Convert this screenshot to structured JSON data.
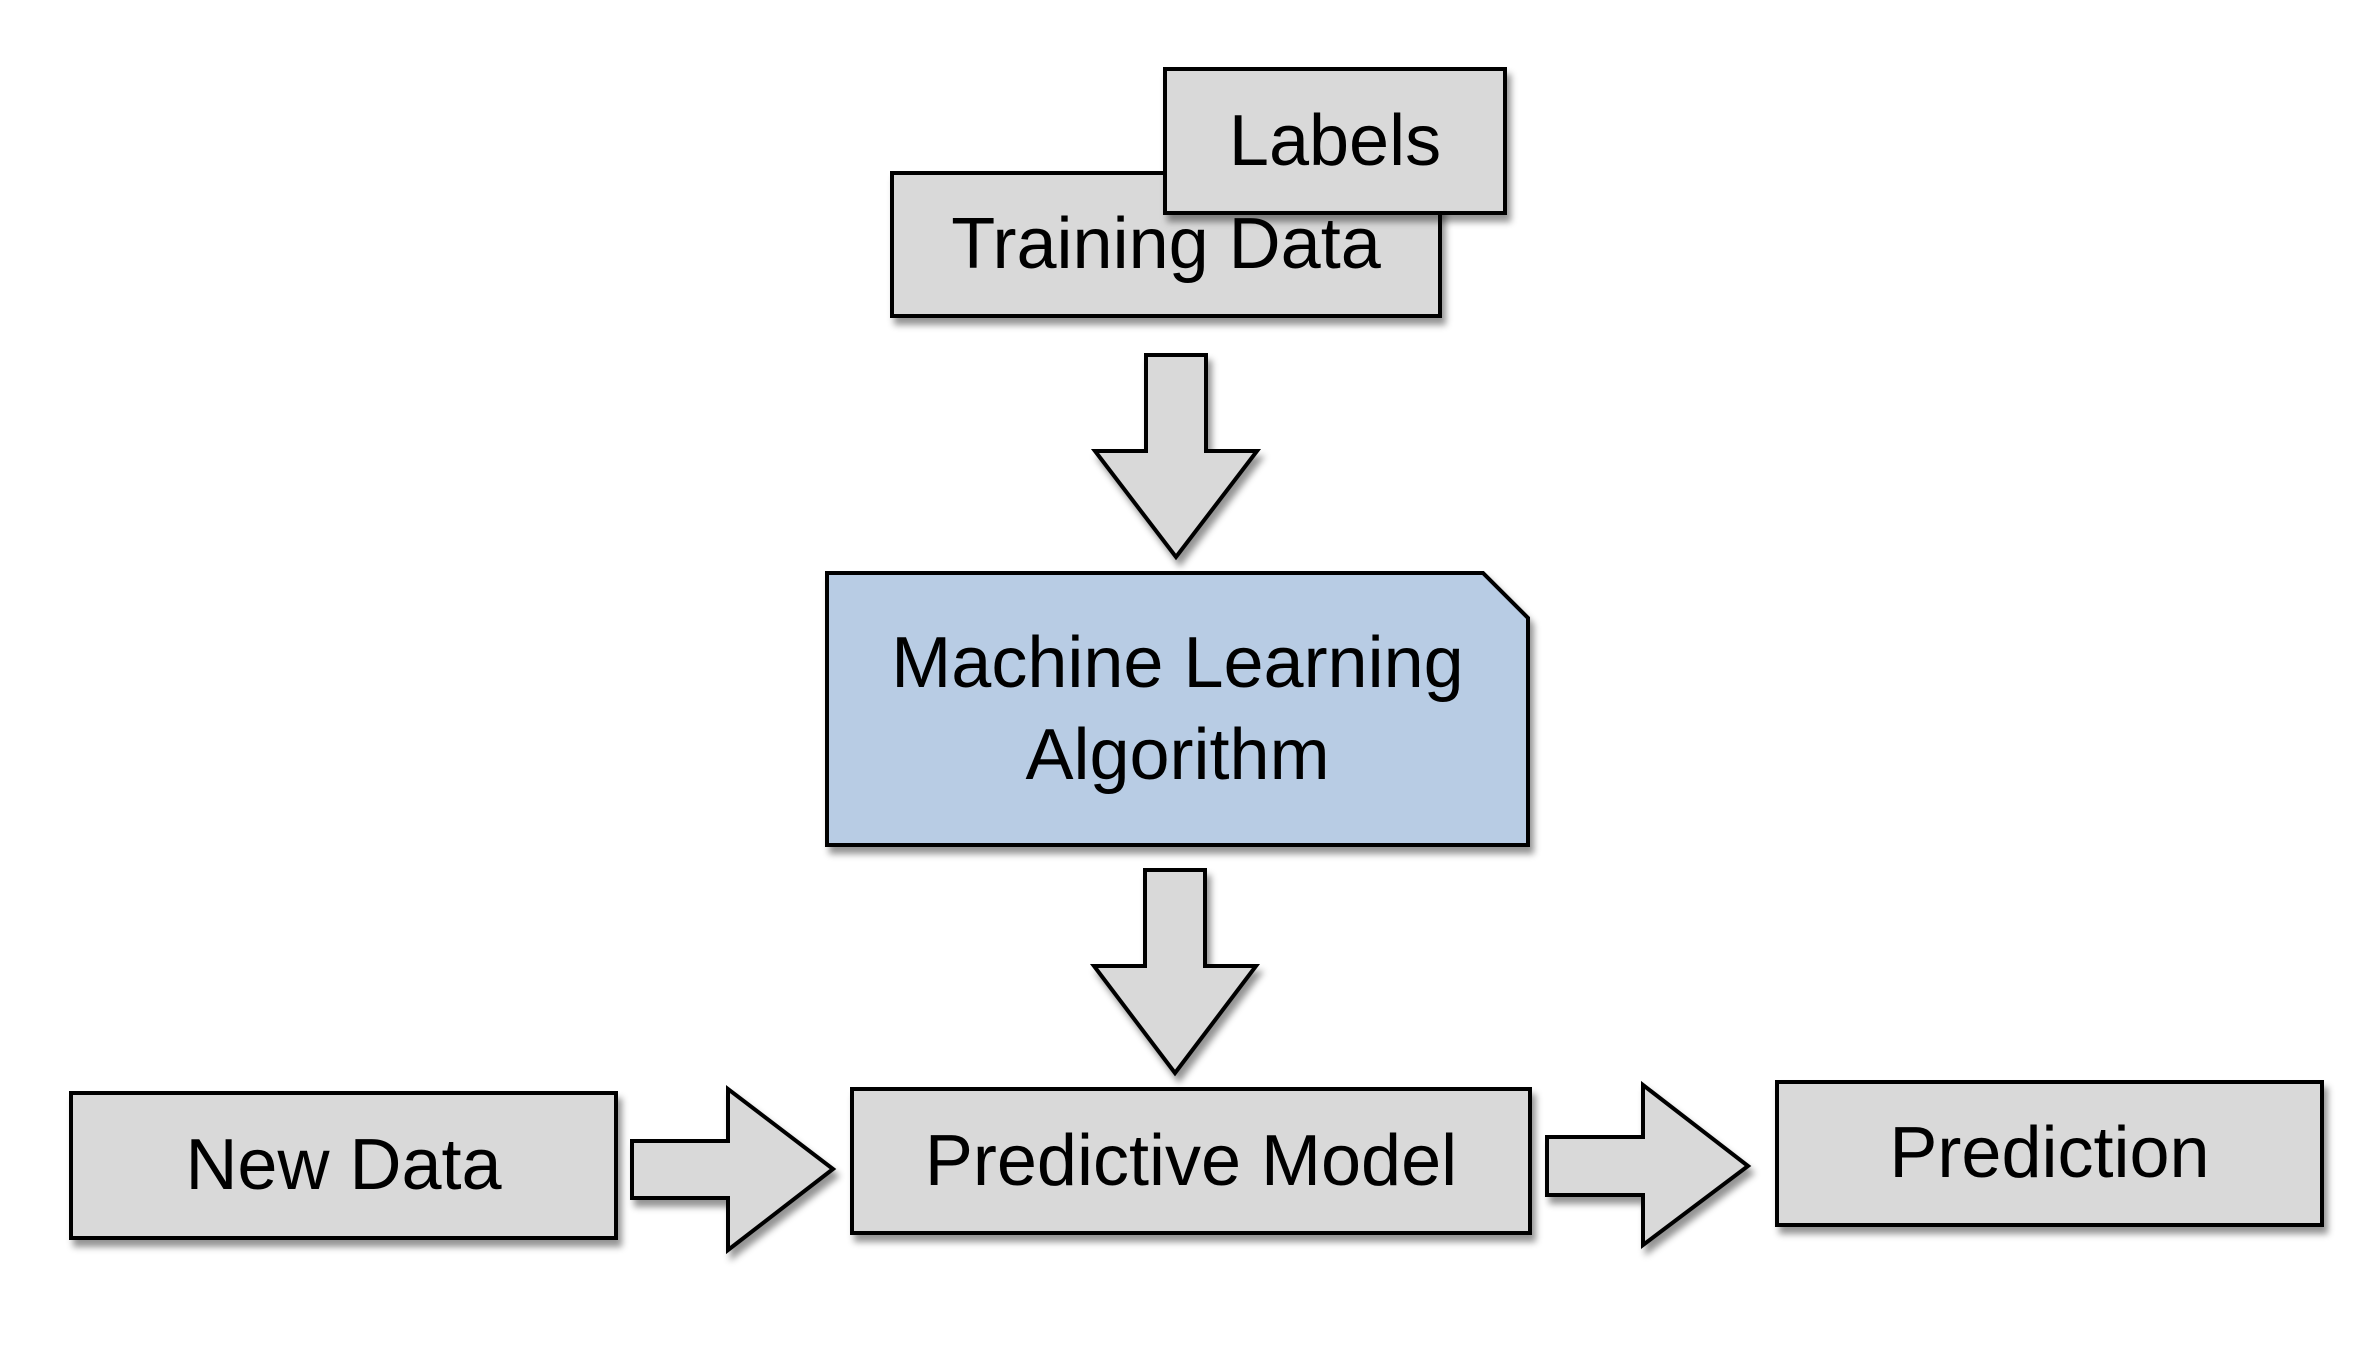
{
  "diagram": {
    "description": "Machine learning workflow diagram",
    "nodes": {
      "labels": {
        "label": "Labels"
      },
      "training_data": {
        "label": "Training Data"
      },
      "ml_algorithm": {
        "label": "Machine Learning Algorithm",
        "label_lines": [
          "Machine Learning",
          "Algorithm"
        ]
      },
      "new_data": {
        "label": "New Data"
      },
      "predictive_model": {
        "label": "Predictive Model"
      },
      "prediction": {
        "label": "Prediction"
      }
    },
    "connectors": {
      "training_to_algorithm": "down-arrow",
      "algorithm_to_model": "down-arrow",
      "new_data_to_model": "right-arrow",
      "model_to_prediction": "right-arrow"
    },
    "colors": {
      "box_fill_gray": "#d9d9d9",
      "box_fill_blue": "#b8cce4",
      "border": "#000000",
      "text": "#000000",
      "background": "#ffffff"
    }
  }
}
